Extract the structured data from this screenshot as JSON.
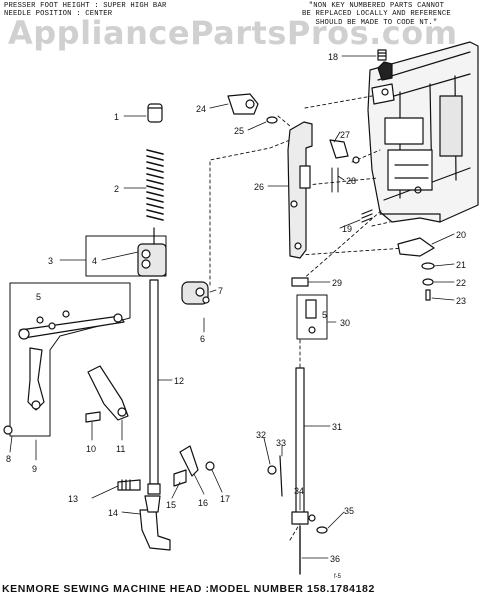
{
  "header": {
    "left_lines": [
      "PRESSER FOOT HEIGHT : SUPER HIGH BAR",
      "NEEDLE POSITION : CENTER"
    ],
    "right_lines": [
      "\"NON KEY NUMBERED PARTS CANNOT",
      "BE REPLACED LOCALLY AND REFERENCE",
      "SHOULD BE MADE TO CODE NT.\""
    ]
  },
  "watermark": "AppliancePartsPros.com",
  "footer": "KENMORE SEWING MACHINE HEAD :MODEL NUMBER 158.1784182",
  "page_mark": "f-5",
  "callouts": {
    "c1": "1",
    "c2": "2",
    "c3": "3",
    "c4": "4",
    "c5a": "5",
    "c5b": "5",
    "c6": "6",
    "c7": "7",
    "c8": "8",
    "c9": "9",
    "c10": "10",
    "c11": "11",
    "c12": "12",
    "c13": "13",
    "c14": "14",
    "c15": "15",
    "c16": "16",
    "c17": "17",
    "c18": "18",
    "c19": "19",
    "c20": "20",
    "c21": "21",
    "c22": "22",
    "c23": "23",
    "c24": "24",
    "c25": "25",
    "c26": "26",
    "c27": "27",
    "c28": "28",
    "c29": "29",
    "c30": "30",
    "c31": "31",
    "c32": "32",
    "c33": "33",
    "c34": "34",
    "c35": "35",
    "c36": "36"
  }
}
